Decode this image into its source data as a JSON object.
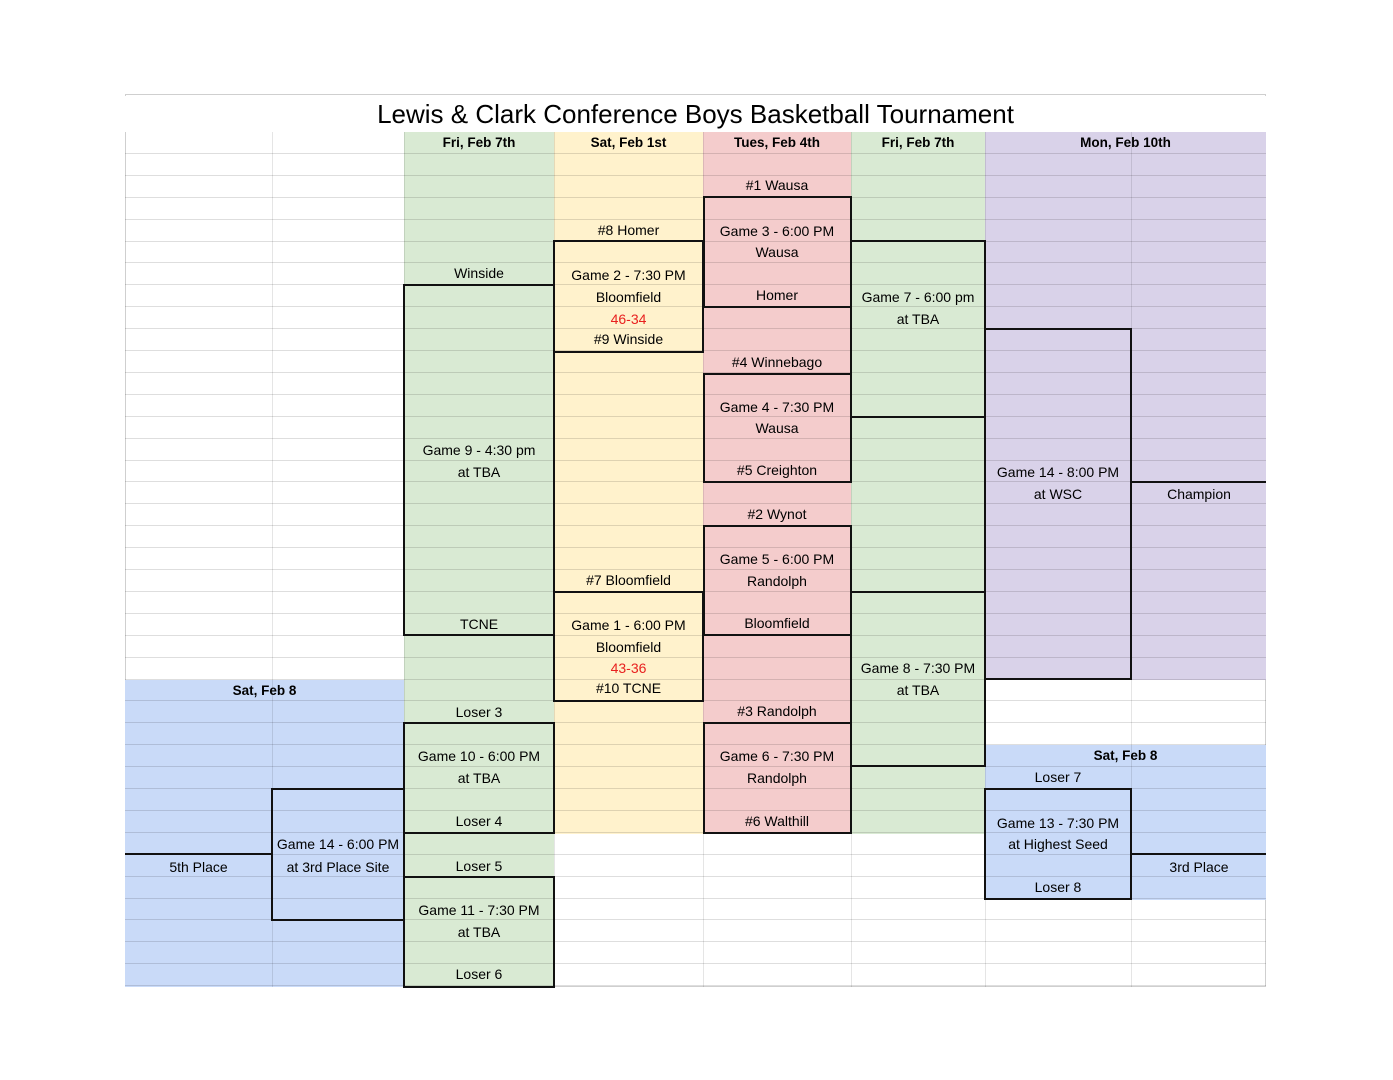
{
  "title": "Lewis & Clark Conference Boys Basketball Tournament",
  "headers": {
    "col_fri_feb7_a": "Fri, Feb 7th",
    "col_sat_feb1": "Sat, Feb 1st",
    "col_tues_feb4": "Tues, Feb 4th",
    "col_fri_feb7_b": "Fri, Feb 7th",
    "col_mon_feb10": "Mon, Feb 10th",
    "consolation_left": "Sat, Feb 8",
    "consolation_right": "Sat, Feb 8"
  },
  "games": {
    "game2": {
      "label": "Game 2 - 7:30 PM",
      "top_team": "#8 Homer",
      "winner": "Bloomfield",
      "score": "46-34",
      "bottom_team": "#9 Winside"
    },
    "game1": {
      "label": "Game 1 - 6:00 PM",
      "top_team": "#7 Bloomfield",
      "winner": "Bloomfield",
      "score": "43-36",
      "bottom_team": "#10 TCNE"
    },
    "game3": {
      "label": "Game 3 - 6:00 PM",
      "top_team": "#1 Wausa",
      "winner": "Wausa",
      "bottom_team": "Homer"
    },
    "game4": {
      "label": "Game 4 - 7:30 PM",
      "top_team": "#4 Winnebago",
      "winner": "Wausa",
      "bottom_team": "#5 Creighton"
    },
    "game5": {
      "label": "Game 5 - 6:00 PM",
      "top_team": "#2 Wynot",
      "winner": "Randolph",
      "bottom_team": "Bloomfield"
    },
    "game6": {
      "label": "Game 6 - 7:30 PM",
      "top_team": "#3 Randolph",
      "winner": "Randolph",
      "bottom_team": "#6 Walthill"
    },
    "game7": {
      "label": "Game 7 - 6:00 pm",
      "site": "at TBA"
    },
    "game8": {
      "label": "Game 8 - 7:30 PM",
      "site": "at TBA"
    },
    "game9": {
      "label": "Game 9 - 4:30 pm",
      "site": "at TBA",
      "top_team": "Winside",
      "bottom_team": "TCNE"
    },
    "game10": {
      "label": "Game 10 - 6:00 PM",
      "site": "at TBA",
      "top_team": "Loser 3",
      "bottom_team": "Loser 4"
    },
    "game11": {
      "label": "Game 11 - 7:30 PM",
      "site": "at TBA",
      "top_team": "Loser 5",
      "bottom_team": "Loser 6"
    },
    "game13": {
      "label": "Game 13 - 7:30 PM",
      "site": "at Highest Seed",
      "top_team": "Loser 7",
      "bottom_team": "Loser 8"
    },
    "game14_final": {
      "label": "Game 14 - 8:00 PM",
      "site": "at WSC"
    },
    "game14_fifth": {
      "label": "Game 14 - 6:00 PM",
      "site": "at 3rd Place Site"
    }
  },
  "results": {
    "champion": "Champion",
    "third_place": "3rd Place",
    "fifth_place": "5th Place"
  },
  "colors": {
    "green": "#d9ead3",
    "yellow": "#fff2cc",
    "red": "#f4cccc",
    "purple": "#d9d2e9",
    "blue": "#c9daf8",
    "score": "#e8201f"
  }
}
